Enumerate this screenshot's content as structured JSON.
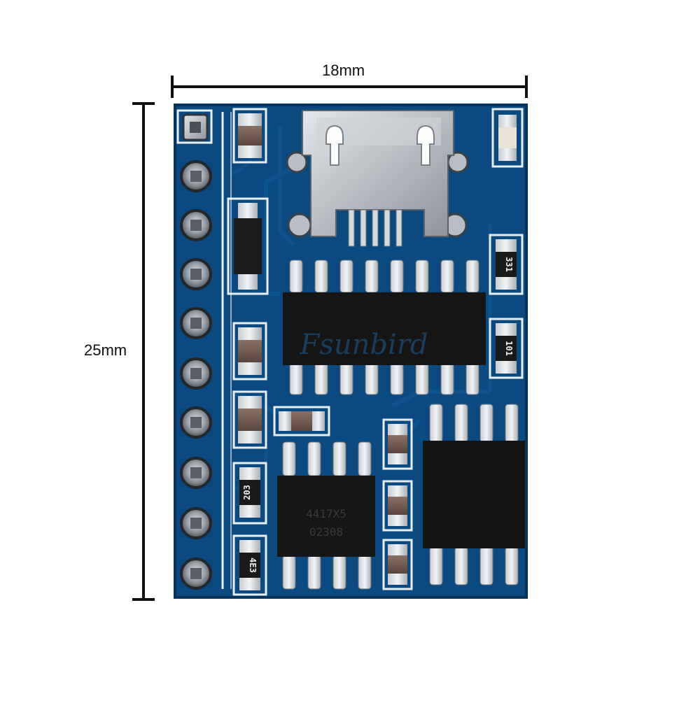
{
  "dimensions": {
    "width_label": "18mm",
    "height_label": "25mm"
  },
  "board": {
    "pcb_color": "#0a4a80",
    "silkscreen_color": "#e8eef2",
    "pin_count": 10,
    "resistor_codes": [
      "331",
      "101",
      "203",
      "4E3"
    ],
    "chip_marking_line1": "4417X5",
    "chip_marking_line2": "02308",
    "watermark": "Fsunbird"
  },
  "icons": [
    "usb-connector-icon",
    "led-icon",
    "diode-icon"
  ]
}
